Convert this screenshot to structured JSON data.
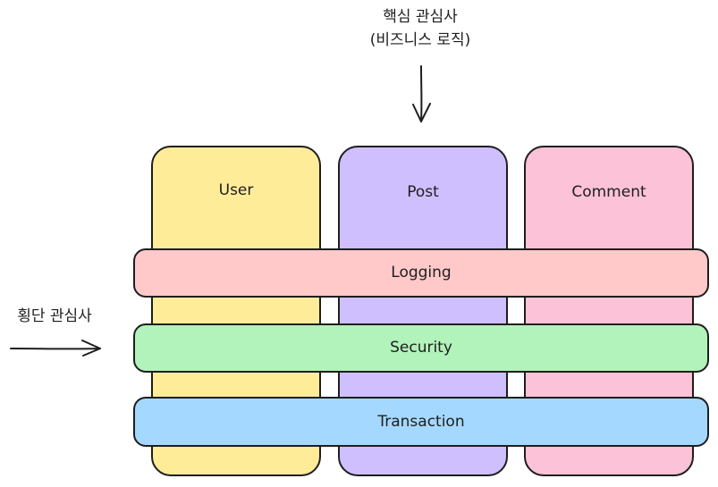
{
  "core_concern": {
    "title": "핵심 관심사",
    "subtitle": "(비즈니스 로직)"
  },
  "cross_cutting_concern": {
    "title": "횡단 관심사"
  },
  "modules": [
    {
      "label": "User",
      "color": "#ffec99"
    },
    {
      "label": "Post",
      "color": "#d0bfff"
    },
    {
      "label": "Comment",
      "color": "#fcc2d7"
    }
  ],
  "aspects": [
    {
      "label": "Logging",
      "color": "#ffc9c9"
    },
    {
      "label": "Security",
      "color": "#b2f2bb"
    },
    {
      "label": "Transaction",
      "color": "#a5d8ff"
    }
  ],
  "stroke_color": "#1e1e1e"
}
